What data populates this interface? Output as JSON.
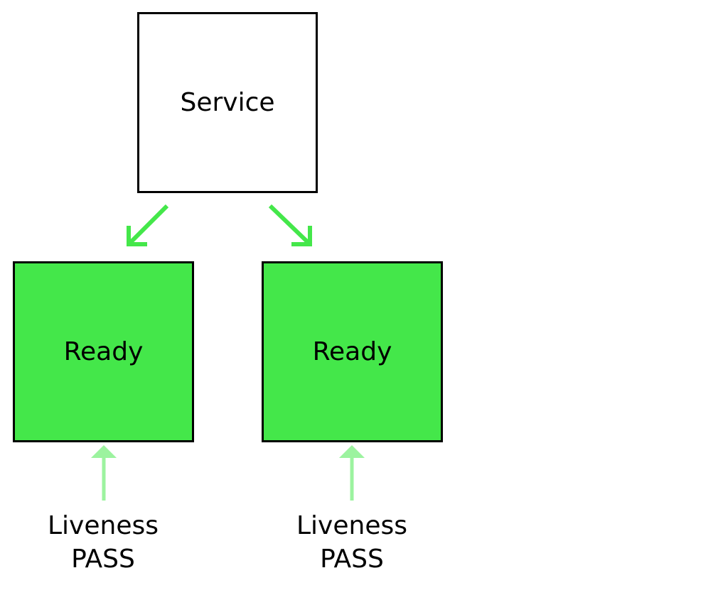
{
  "colors": {
    "ready_fill": "#44e74a",
    "traffic_arrow": "#44e74a",
    "probe_arrow": "#9cf39f",
    "border": "#000000"
  },
  "service": {
    "label": "Service"
  },
  "pods": [
    {
      "status": "Ready",
      "probe_line1": "Liveness",
      "probe_line2": "PASS"
    },
    {
      "status": "Ready",
      "probe_line1": "Liveness",
      "probe_line2": "PASS"
    }
  ]
}
